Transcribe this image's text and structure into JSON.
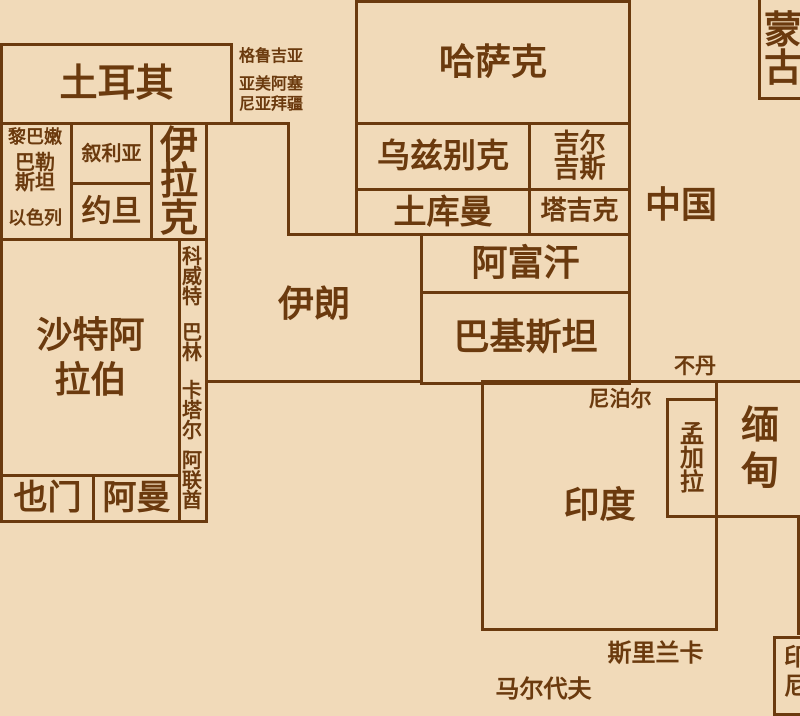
{
  "colors": {
    "background": "#f1dab9",
    "ink": "#6b3a0e"
  },
  "countries": {
    "turkey": "土耳其",
    "georgia": "格鲁吉亚",
    "armenia_azerbaijan_1": "亚美阿塞",
    "armenia_azerbaijan_2": "尼亚拜疆",
    "lebanon": "黎巴嫩",
    "palestine": "巴勒斯坦",
    "israel": "以色列",
    "syria": "叙利亚",
    "jordan": "约旦",
    "iraq": "伊拉克",
    "iran": "伊朗",
    "kazakhstan": "哈萨克",
    "uzbekistan": "乌兹别克",
    "kyrgyzstan": "吉尔吉斯",
    "turkmenistan": "土库曼",
    "tajikistan": "塔吉克",
    "afghanistan": "阿富汗",
    "pakistan": "巴基斯坦",
    "china": "中国",
    "mongolia": "蒙古",
    "bhutan": "不丹",
    "nepal": "尼泊尔",
    "india": "印度",
    "bangladesh": "孟加拉",
    "myanmar": "缅甸",
    "sri_lanka": "斯里兰卡",
    "maldives": "马尔代夫",
    "indonesia": "印尼",
    "saudi_arabia": "沙特阿拉伯",
    "kuwait": "科威特",
    "bahrain": "巴林",
    "qatar": "卡塔尔",
    "uae": "阿联酋",
    "yemen": "也门",
    "oman": "阿曼"
  }
}
